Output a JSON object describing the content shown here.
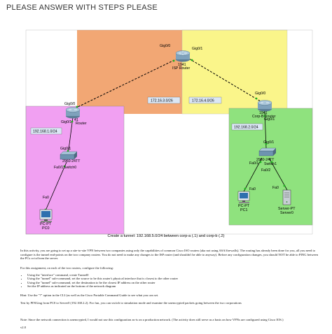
{
  "page": {
    "title": "PLEASE ANSWER WITH STEPS PLEASE"
  },
  "topology": {
    "zones": {
      "isp_orange": "#f2a774",
      "isp_yellow": "#faf58a",
      "corp_a": "#f1a0f2",
      "corp_b": "#8fe27e"
    },
    "isp_router": {
      "name": "ISP Router",
      "model": "1941",
      "left_port": "Gig0/0",
      "right_port": "Gig0/1"
    },
    "corp_a_router": {
      "name": "Router",
      "model": "41",
      "up_port": "Gig0/0",
      "down_port": "Gig0/1",
      "lan": "192.168.1.0/24"
    },
    "corp_b_router": {
      "name": "Corp-B Router",
      "model": "1941",
      "up_port": "Gig0/0",
      "down_port": "Gig0/1",
      "lan": "192.168.2.0/24"
    },
    "link_a_subnet": "172.16.3.0/26",
    "link_b_subnet": "172.16.4.0/26",
    "switch_a": {
      "label": "2960-24TT",
      "sublabel": "Switch0",
      "up_port": "Gig0/1",
      "down_port": "Fa0/1"
    },
    "switch_b": {
      "label": "2960-24TT",
      "sublabel": "Switch1",
      "up_port": "Gig0/1",
      "port1": "Fa0/1",
      "port2": "Fa0/2"
    },
    "pc0": {
      "port": "Fa0",
      "type": "PC-PT",
      "name": "PC0"
    },
    "pc1": {
      "port": "Fa0",
      "type": "PC-PT",
      "name": "PC1"
    },
    "server0": {
      "port": "Fa0",
      "type": "Server-PT",
      "name": "Server0"
    }
  },
  "caption": "Create a tunnel: 192.168.5.0/24 between corp-a (.1) and corp-b (.2)",
  "instructions": {
    "intro": "In this activity, you are going to set up a site-to-site VPN between two companies using only the capabilities of common Cisco ISO routers (aka not using ASA/firewalls). The routing has already been done for you, all you need to configure is the tunnel end-points on the two company routers. You do not need to make any changes to the ISP router (and shouldn't be able to anyway). Before any configuration changes, you should NOT be able to PING between the PCs or to/from the server.",
    "lead": "For this assignment, on each of the two routers, configure the following:",
    "steps": [
      "Using the \"interface\" command, create Tunnel0",
      "Using the \"tunnel\" sub-command, set the source to be this router's physical interface that is closest to the other router",
      "Using the \"tunnel\" sub-command, set the destination to be the closest IP address on the other router",
      "Set the IP address as indicated on the bottom of the network diagram"
    ],
    "hint": "Hint: Use the \"?\" option in the CLI (as well as the Cisco Portable Command Guide to see what you can set.",
    "test": "Test by PINGing from PC0 to Server0 (192.168.2.2). For fun, you can switch to simulation mode and examine the unencrypted packets going between the two corporations",
    "note": "Note: Since the network connection is unencrypted, I would not use this configuration as-is on a production network. (The activity does still serve as a basis on how VPNs are configured using Cisco IOS.)",
    "version": "v2.0"
  }
}
